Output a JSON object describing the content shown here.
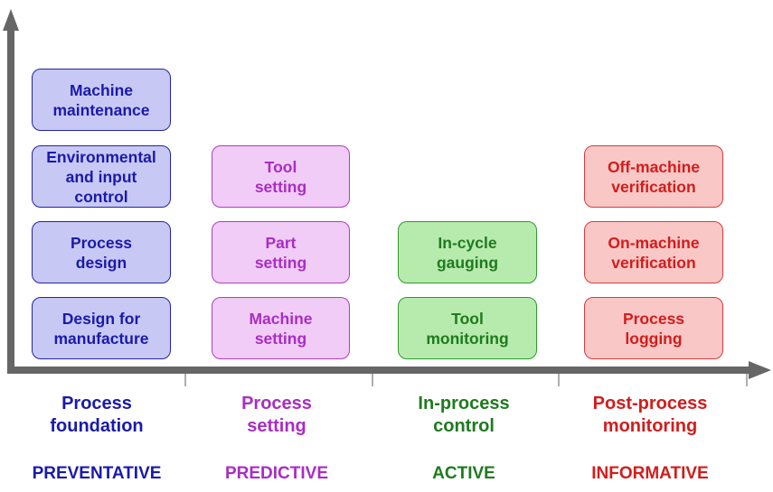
{
  "columns": [
    {
      "label": "Process\nfoundation",
      "category": "PREVENTATIVE",
      "color": "#1a1aaa",
      "boxes": [
        "Machine\nmaintenance",
        "Environmental\nand input\ncontrol",
        "Process\ndesign",
        "Design for\nmanufacture"
      ]
    },
    {
      "label": "Process\nsetting",
      "category": "PREDICTIVE",
      "color": "#a92dc4",
      "boxes": [
        "Tool\nsetting",
        "Part\nsetting",
        "Machine\nsetting"
      ]
    },
    {
      "label": "In-process\ncontrol",
      "category": "ACTIVE",
      "color": "#1f7a1f",
      "boxes": [
        "In-cycle\ngauging",
        "Tool\nmonitoring"
      ]
    },
    {
      "label": "Post-process\nmonitoring",
      "category": "INFORMATIVE",
      "color": "#d31c1c",
      "boxes": [
        "Off-machine\nverification",
        "On-machine\nverification",
        "Process\nlogging"
      ]
    }
  ],
  "axis_color": "#666666"
}
